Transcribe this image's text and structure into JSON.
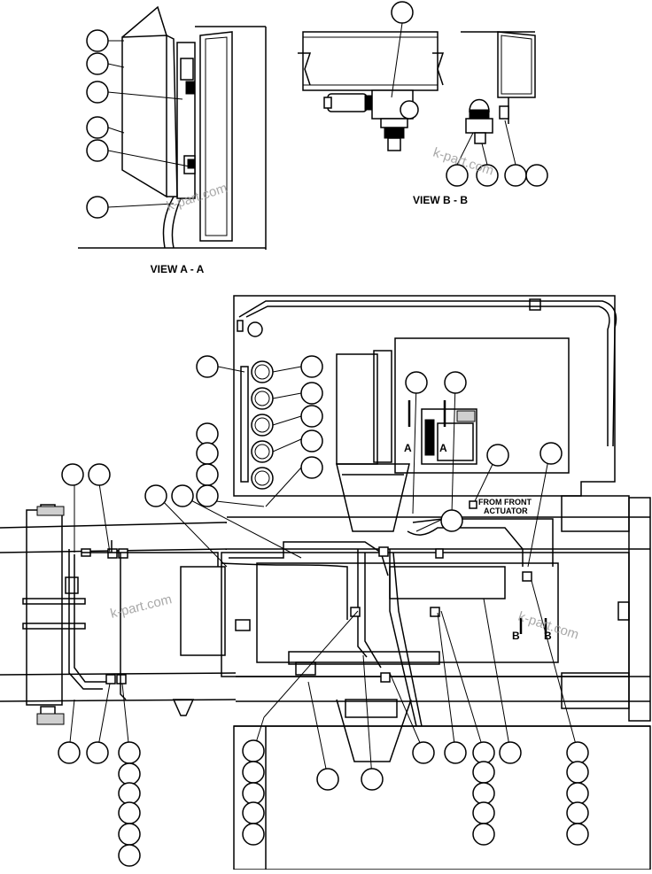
{
  "labels": {
    "view_a": "VIEW A - A",
    "view_b": "VIEW B - B",
    "from_front_1": "FROM FRONT",
    "from_front_2": "ACTUATOR",
    "section_a": "A",
    "section_b": "B"
  },
  "watermark": "k-part.com",
  "colors": {
    "line": "#000000",
    "background": "#ffffff",
    "watermark": "#9a9a9a"
  }
}
